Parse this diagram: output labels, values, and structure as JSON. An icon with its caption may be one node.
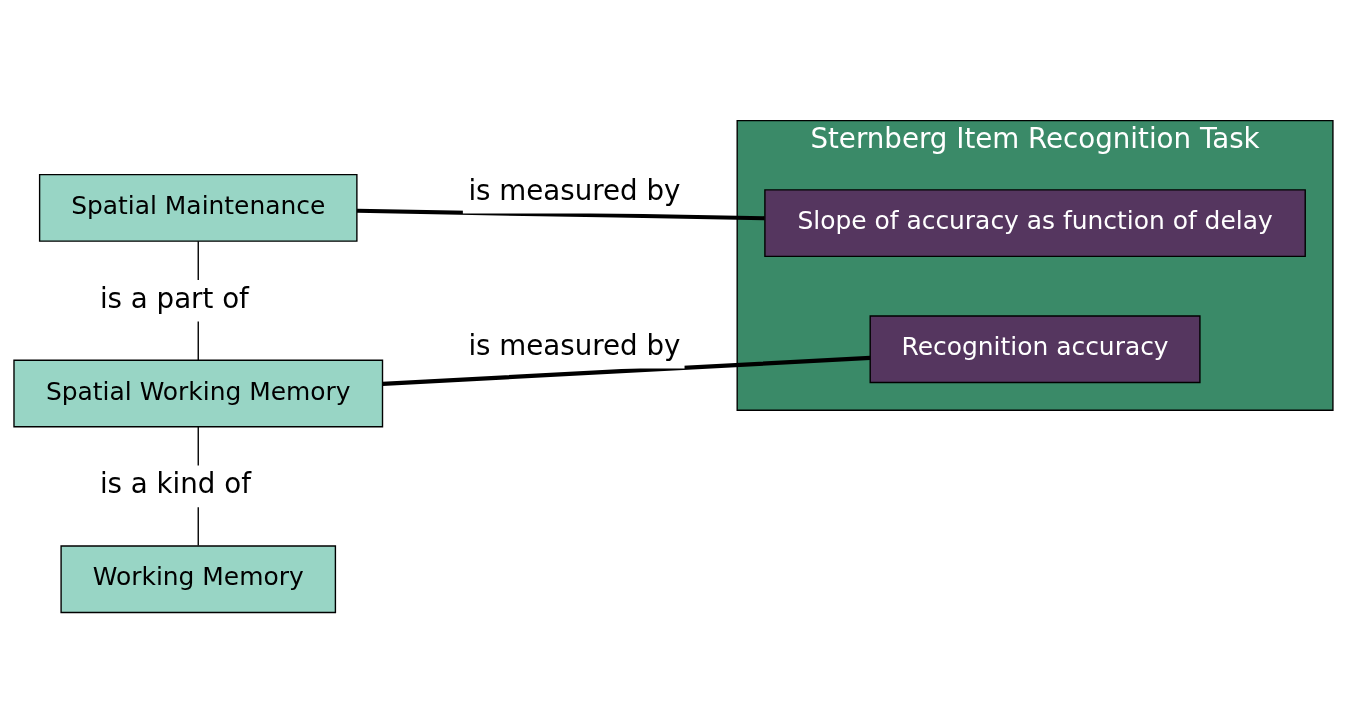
{
  "diagram": {
    "nodes": [
      {
        "text": [
          "Working Memory"
        ]
      },
      {
        "text": [
          "Spatial Working Memory"
        ]
      },
      {
        "text": [
          "Spatial Maintenance"
        ]
      },
      {
        "text": [
          "Sternberg Item Recognition Task"
        ]
      },
      {
        "text": [
          "Recognition accuracy"
        ],
        "in": 3
      },
      {
        "text": [
          "Slope of accuracy as function of delay"
        ],
        "in": 3
      }
    ],
    "edges": [
      {
        "from": 1,
        "to": 0,
        "arrow": "none",
        "label": "is a kind of"
      },
      {
        "from": 2,
        "to": 1,
        "arrow": "none",
        "label": "is a part of"
      },
      {
        "from": 1,
        "to": 4,
        "arrow": "none",
        "label": "is measured by",
        "style": "thick"
      },
      {
        "from": 2,
        "to": 5,
        "arrow": "none",
        "label": "is measured by",
        "style": "thick"
      }
    ]
  }
}
